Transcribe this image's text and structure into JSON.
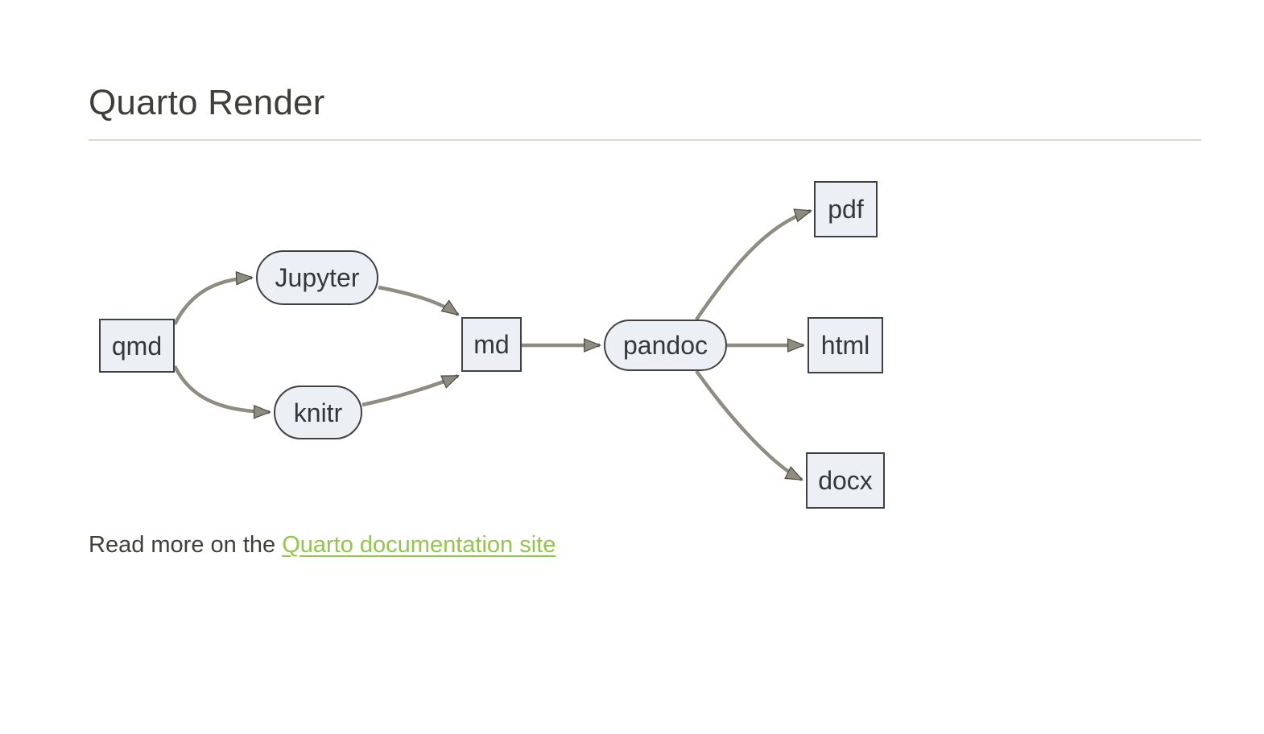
{
  "page_title": "Quarto Render",
  "footer": {
    "text_prefix": "Read more on the ",
    "link_label": "Quarto documentation site"
  },
  "diagram": {
    "type": "flowchart",
    "direction": "left-to-right",
    "nodes": [
      {
        "id": "qmd",
        "label": "qmd",
        "shape": "rect"
      },
      {
        "id": "jupyter",
        "label": "Jupyter",
        "shape": "stadium"
      },
      {
        "id": "knitr",
        "label": "knitr",
        "shape": "stadium"
      },
      {
        "id": "md",
        "label": "md",
        "shape": "rect"
      },
      {
        "id": "pandoc",
        "label": "pandoc",
        "shape": "stadium"
      },
      {
        "id": "pdf",
        "label": "pdf",
        "shape": "rect"
      },
      {
        "id": "html",
        "label": "html",
        "shape": "rect"
      },
      {
        "id": "docx",
        "label": "docx",
        "shape": "rect"
      }
    ],
    "edges": [
      {
        "from": "qmd",
        "to": "jupyter"
      },
      {
        "from": "jupyter",
        "to": "md"
      },
      {
        "from": "qmd",
        "to": "knitr"
      },
      {
        "from": "knitr",
        "to": "md"
      },
      {
        "from": "md",
        "to": "pandoc"
      },
      {
        "from": "pandoc",
        "to": "pdf"
      },
      {
        "from": "pandoc",
        "to": "html"
      },
      {
        "from": "pandoc",
        "to": "docx"
      }
    ]
  },
  "colors": {
    "heading_text": "#3E3F3A",
    "body_text": "#3E3F3A",
    "link": "#93C54B",
    "divider": "#DFD7CA",
    "node_fill": "#ECEFF4",
    "node_border": "#3F4245",
    "node_text": "#35383B",
    "edge_line": "#8F8D82",
    "arrowhead_fill": "#8E8C80"
  }
}
